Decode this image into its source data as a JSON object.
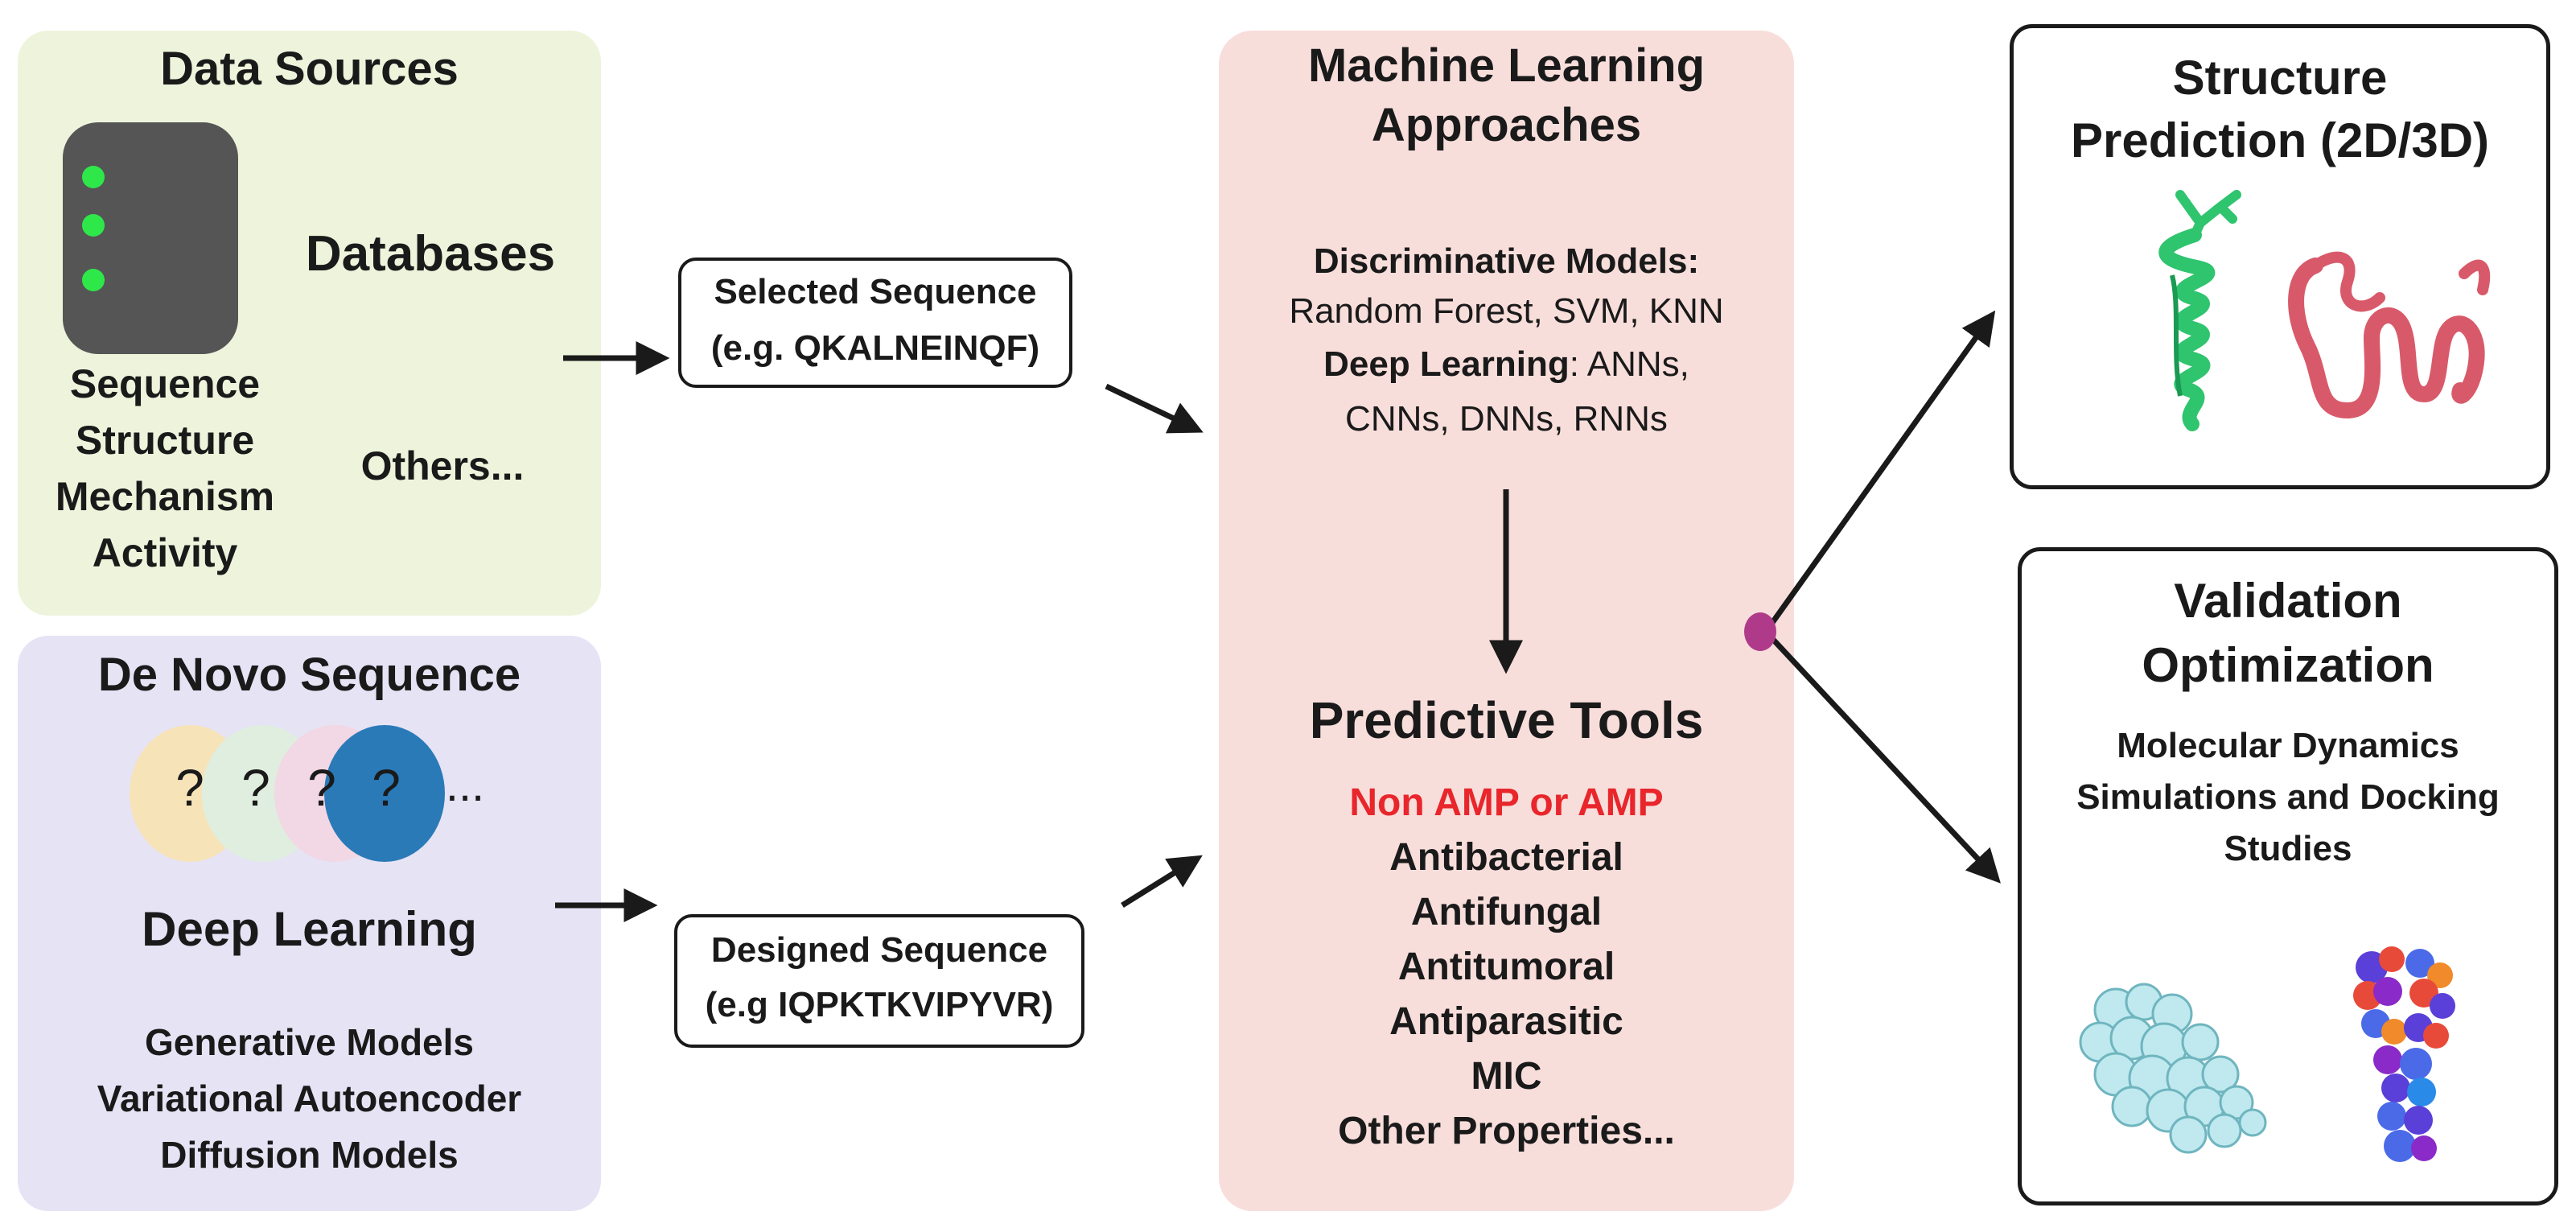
{
  "data_sources": {
    "title": "Data Sources",
    "databases_label": "Databases",
    "items": [
      "Sequence",
      "Structure",
      "Mechanism",
      "Activity"
    ],
    "others_label": "Others..."
  },
  "de_novo": {
    "title": "De Novo Sequence",
    "question_marks": [
      "?",
      "?",
      "?",
      "?"
    ],
    "ellipsis": "...",
    "deep_learning_label": "Deep Learning",
    "models": [
      "Generative Models",
      "Variational Autoencoder",
      "Diffusion Models"
    ]
  },
  "selected_sequence": {
    "line1": "Selected Sequence",
    "line2": "(e.g. QKALNEINQF)"
  },
  "designed_sequence": {
    "line1": "Designed Sequence",
    "line2": "(e.g IQPKTKVIPYVR)"
  },
  "ml": {
    "title_line1": "Machine Learning",
    "title_line2": "Approaches",
    "discriminative_label": "Discriminative Models:",
    "discriminative_items": "Random Forest, SVM, KNN",
    "deep_learning_label": "Deep Learning",
    "deep_learning_items_1": ": ANNs,",
    "deep_learning_items_2": "CNNs, DNNs, RNNs",
    "predictive_title": "Predictive Tools",
    "predictive_highlight": "Non AMP or AMP",
    "predictive_items": [
      "Antibacterial",
      "Antifungal",
      "Antitumoral",
      "Antiparasitic",
      "MIC",
      "Other Properties..."
    ]
  },
  "structure": {
    "title_line1": "Structure",
    "title_line2": "Prediction (2D/3D)"
  },
  "validation": {
    "title_line1": "Validation",
    "title_line2": "Optimization",
    "desc_lines": [
      "Molecular Dynamics",
      "Simulations and Docking",
      "Studies"
    ]
  },
  "colors": {
    "data_sources_bg": "#eef4dc",
    "de_novo_bg": "#e6e3f5",
    "ml_bg": "#f8dedb",
    "highlight_red": "#e8262b",
    "branch_dot": "#b03a8a",
    "helix_green": "#2fc46e",
    "ribbon_red": "#d85a6a",
    "database_gray": "#555555",
    "led_green": "#2ee84a"
  }
}
